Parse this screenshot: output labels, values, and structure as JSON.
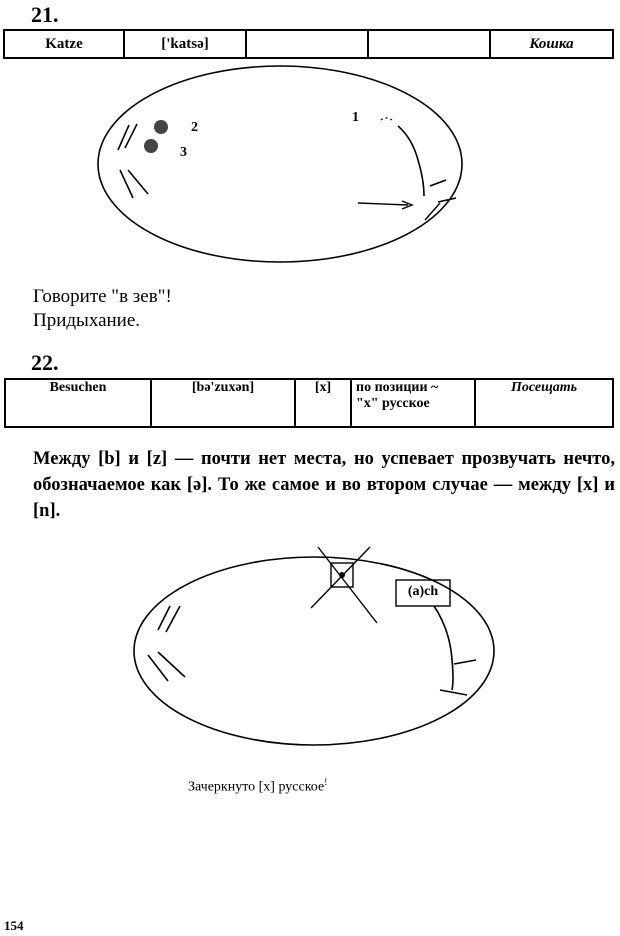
{
  "section21": {
    "number": "21.",
    "table": [
      "Katze",
      "['katsə]",
      "",
      "",
      "Кошка"
    ],
    "diagram_labels": [
      "1",
      "2",
      "3"
    ],
    "notes": [
      "Говорите \"в зев\"!",
      "Придыхание."
    ]
  },
  "section22": {
    "number": "22.",
    "table": {
      "word": "Besuchen",
      "transcription": "[bə'zuxən]",
      "sound": "[x]",
      "note_line1": "по позиции ~",
      "note_line2": "\"x\" русское",
      "translation": "Посещать"
    },
    "paragraph": "Между [b] и [z] — почти нет места, но успевает прозвучать нечто, обозначаемое как [ə]. То же самое и во втором случае — между [x] и [n].",
    "diagram_box_label": "(a)ch",
    "caption": "Зачеркнуто [x] русское",
    "caption_mark": "!"
  },
  "page_number": "154"
}
